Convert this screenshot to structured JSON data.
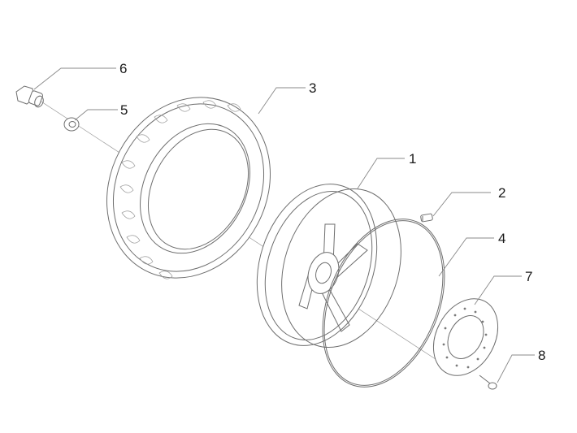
{
  "callouts": [
    {
      "id": "c1",
      "number": "1",
      "part": "wheel-rim"
    },
    {
      "id": "c2",
      "number": "2",
      "part": "tyre-valve"
    },
    {
      "id": "c3",
      "number": "3",
      "part": "tyre"
    },
    {
      "id": "c4",
      "number": "4",
      "part": "rim-tape"
    },
    {
      "id": "c5",
      "number": "5",
      "part": "washer"
    },
    {
      "id": "c6",
      "number": "6",
      "part": "axle-nut"
    },
    {
      "id": "c7",
      "number": "7",
      "part": "brake-disc"
    },
    {
      "id": "c8",
      "number": "8",
      "part": "disc-screw"
    }
  ]
}
